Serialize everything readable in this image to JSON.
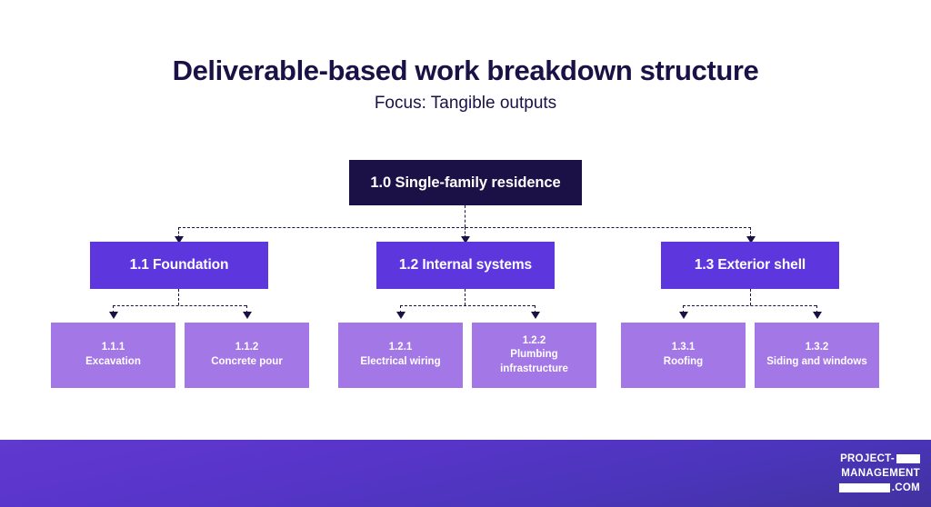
{
  "header": {
    "title": "Deliverable-based work breakdown structure",
    "subtitle": "Focus: Tangible outputs"
  },
  "colors": {
    "level1_bg": "#1b1147",
    "level2_bg": "#5d36dd",
    "level3_bg": "#a377e6",
    "text_on_node": "#ffffff",
    "title_color": "#1b1147",
    "connector": "#1b1147",
    "footer_gradient_start": "#6039cf",
    "footer_gradient_end": "#41329f",
    "page_bg": "#ffffff"
  },
  "diagram": {
    "root": {
      "label": "1.0 Single-family residence"
    },
    "branches": [
      {
        "label": "1.1 Foundation",
        "children": [
          {
            "code": "1.1.1",
            "name": "Excavation"
          },
          {
            "code": "1.1.2",
            "name": "Concrete pour"
          }
        ]
      },
      {
        "label": "1.2 Internal systems",
        "children": [
          {
            "code": "1.2.1",
            "name": "Electrical wiring"
          },
          {
            "code": "1.2.2",
            "name": "Plumbing infrastructure"
          }
        ]
      },
      {
        "label": "1.3 Exterior shell",
        "children": [
          {
            "code": "1.3.1",
            "name": "Roofing"
          },
          {
            "code": "1.3.2",
            "name": "Siding and windows"
          }
        ]
      }
    ]
  },
  "footer": {
    "logo": {
      "line1": "PROJECT-",
      "line2": "MANAGEMENT",
      "line3": ".COM"
    }
  }
}
